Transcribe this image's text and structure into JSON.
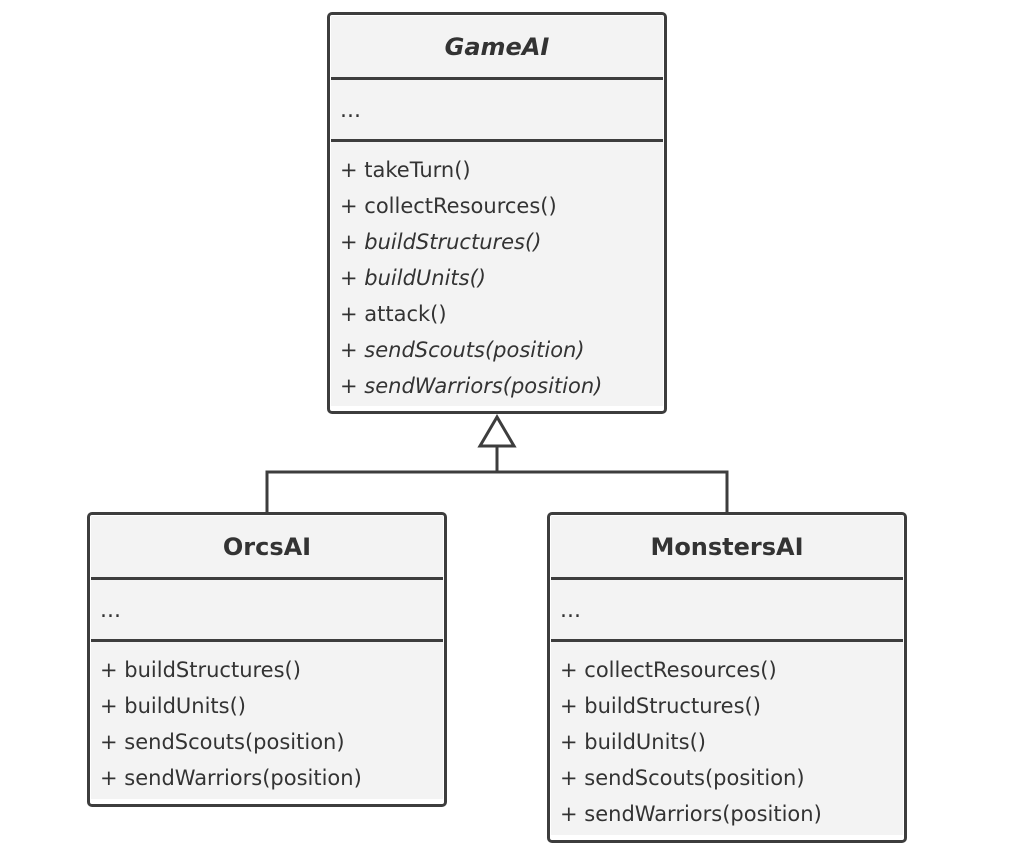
{
  "classes": {
    "game_ai": {
      "name": "GameAI",
      "fields": "...",
      "methods": [
        {
          "text": "+ takeTurn()",
          "abstract": false
        },
        {
          "text": "+ collectResources()",
          "abstract": false
        },
        {
          "text": "+ buildStructures()",
          "abstract": true
        },
        {
          "text": "+ buildUnits()",
          "abstract": true
        },
        {
          "text": "+ attack()",
          "abstract": false
        },
        {
          "text": "+ sendScouts(position)",
          "abstract": true
        },
        {
          "text": "+ sendWarriors(position)",
          "abstract": true
        }
      ]
    },
    "orcs_ai": {
      "name": "OrcsAI",
      "fields": "...",
      "methods": [
        {
          "text": "+ buildStructures()"
        },
        {
          "text": "+ buildUnits()"
        },
        {
          "text": "+ sendScouts(position)"
        },
        {
          "text": "+ sendWarriors(position)"
        }
      ]
    },
    "monsters_ai": {
      "name": "MonstersAI",
      "fields": "...",
      "methods": [
        {
          "text": "+ collectResources()"
        },
        {
          "text": "+ buildStructures()"
        },
        {
          "text": "+ buildUnits()"
        },
        {
          "text": "+ sendScouts(position)"
        },
        {
          "text": "+ sendWarriors(position)"
        }
      ]
    }
  },
  "colors": {
    "border": "#3d3d3d",
    "fill": "#f3f3f3",
    "text": "#333333"
  }
}
